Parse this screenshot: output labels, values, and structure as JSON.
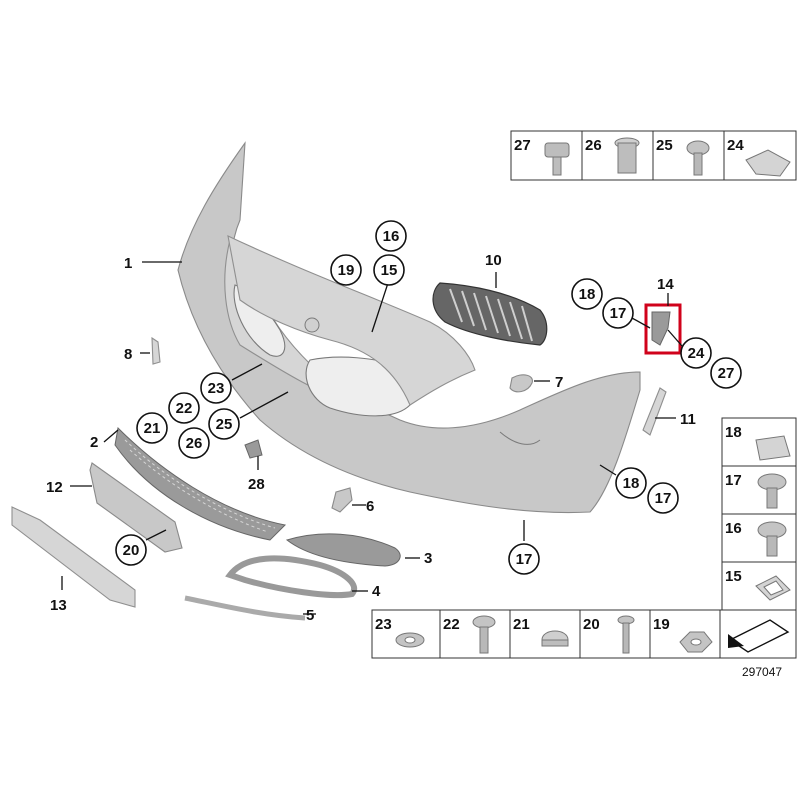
{
  "diagram": {
    "reference_number": "297047",
    "highlight_color": "#d0021b",
    "plain_labels": [
      {
        "id": "p1",
        "text": "1"
      },
      {
        "id": "p2",
        "text": "2"
      },
      {
        "id": "p3",
        "text": "3"
      },
      {
        "id": "p4",
        "text": "4"
      },
      {
        "id": "p5",
        "text": "5"
      },
      {
        "id": "p6",
        "text": "6"
      },
      {
        "id": "p7",
        "text": "7"
      },
      {
        "id": "p8",
        "text": "8"
      },
      {
        "id": "p10",
        "text": "10"
      },
      {
        "id": "p11",
        "text": "11"
      },
      {
        "id": "p12",
        "text": "12"
      },
      {
        "id": "p13",
        "text": "13"
      },
      {
        "id": "p14",
        "text": "14"
      },
      {
        "id": "p28",
        "text": "28"
      }
    ],
    "circled_labels": [
      {
        "id": "c16",
        "text": "16"
      },
      {
        "id": "c19",
        "text": "19"
      },
      {
        "id": "c15",
        "text": "15"
      },
      {
        "id": "c18a",
        "text": "18"
      },
      {
        "id": "c17a",
        "text": "17"
      },
      {
        "id": "c24",
        "text": "24"
      },
      {
        "id": "c27",
        "text": "27"
      },
      {
        "id": "c23",
        "text": "23"
      },
      {
        "id": "c22",
        "text": "22"
      },
      {
        "id": "c21",
        "text": "21"
      },
      {
        "id": "c26",
        "text": "26"
      },
      {
        "id": "c25",
        "text": "25"
      },
      {
        "id": "c18b",
        "text": "18"
      },
      {
        "id": "c17b",
        "text": "17"
      },
      {
        "id": "c17c",
        "text": "17"
      },
      {
        "id": "c20",
        "text": "20"
      }
    ],
    "fastener_table_top": [
      "27",
      "26",
      "25",
      "24"
    ],
    "fastener_table_right": [
      "18",
      "17",
      "16",
      "15"
    ],
    "fastener_table_bottom": [
      "23",
      "22",
      "21",
      "20",
      "19"
    ]
  }
}
